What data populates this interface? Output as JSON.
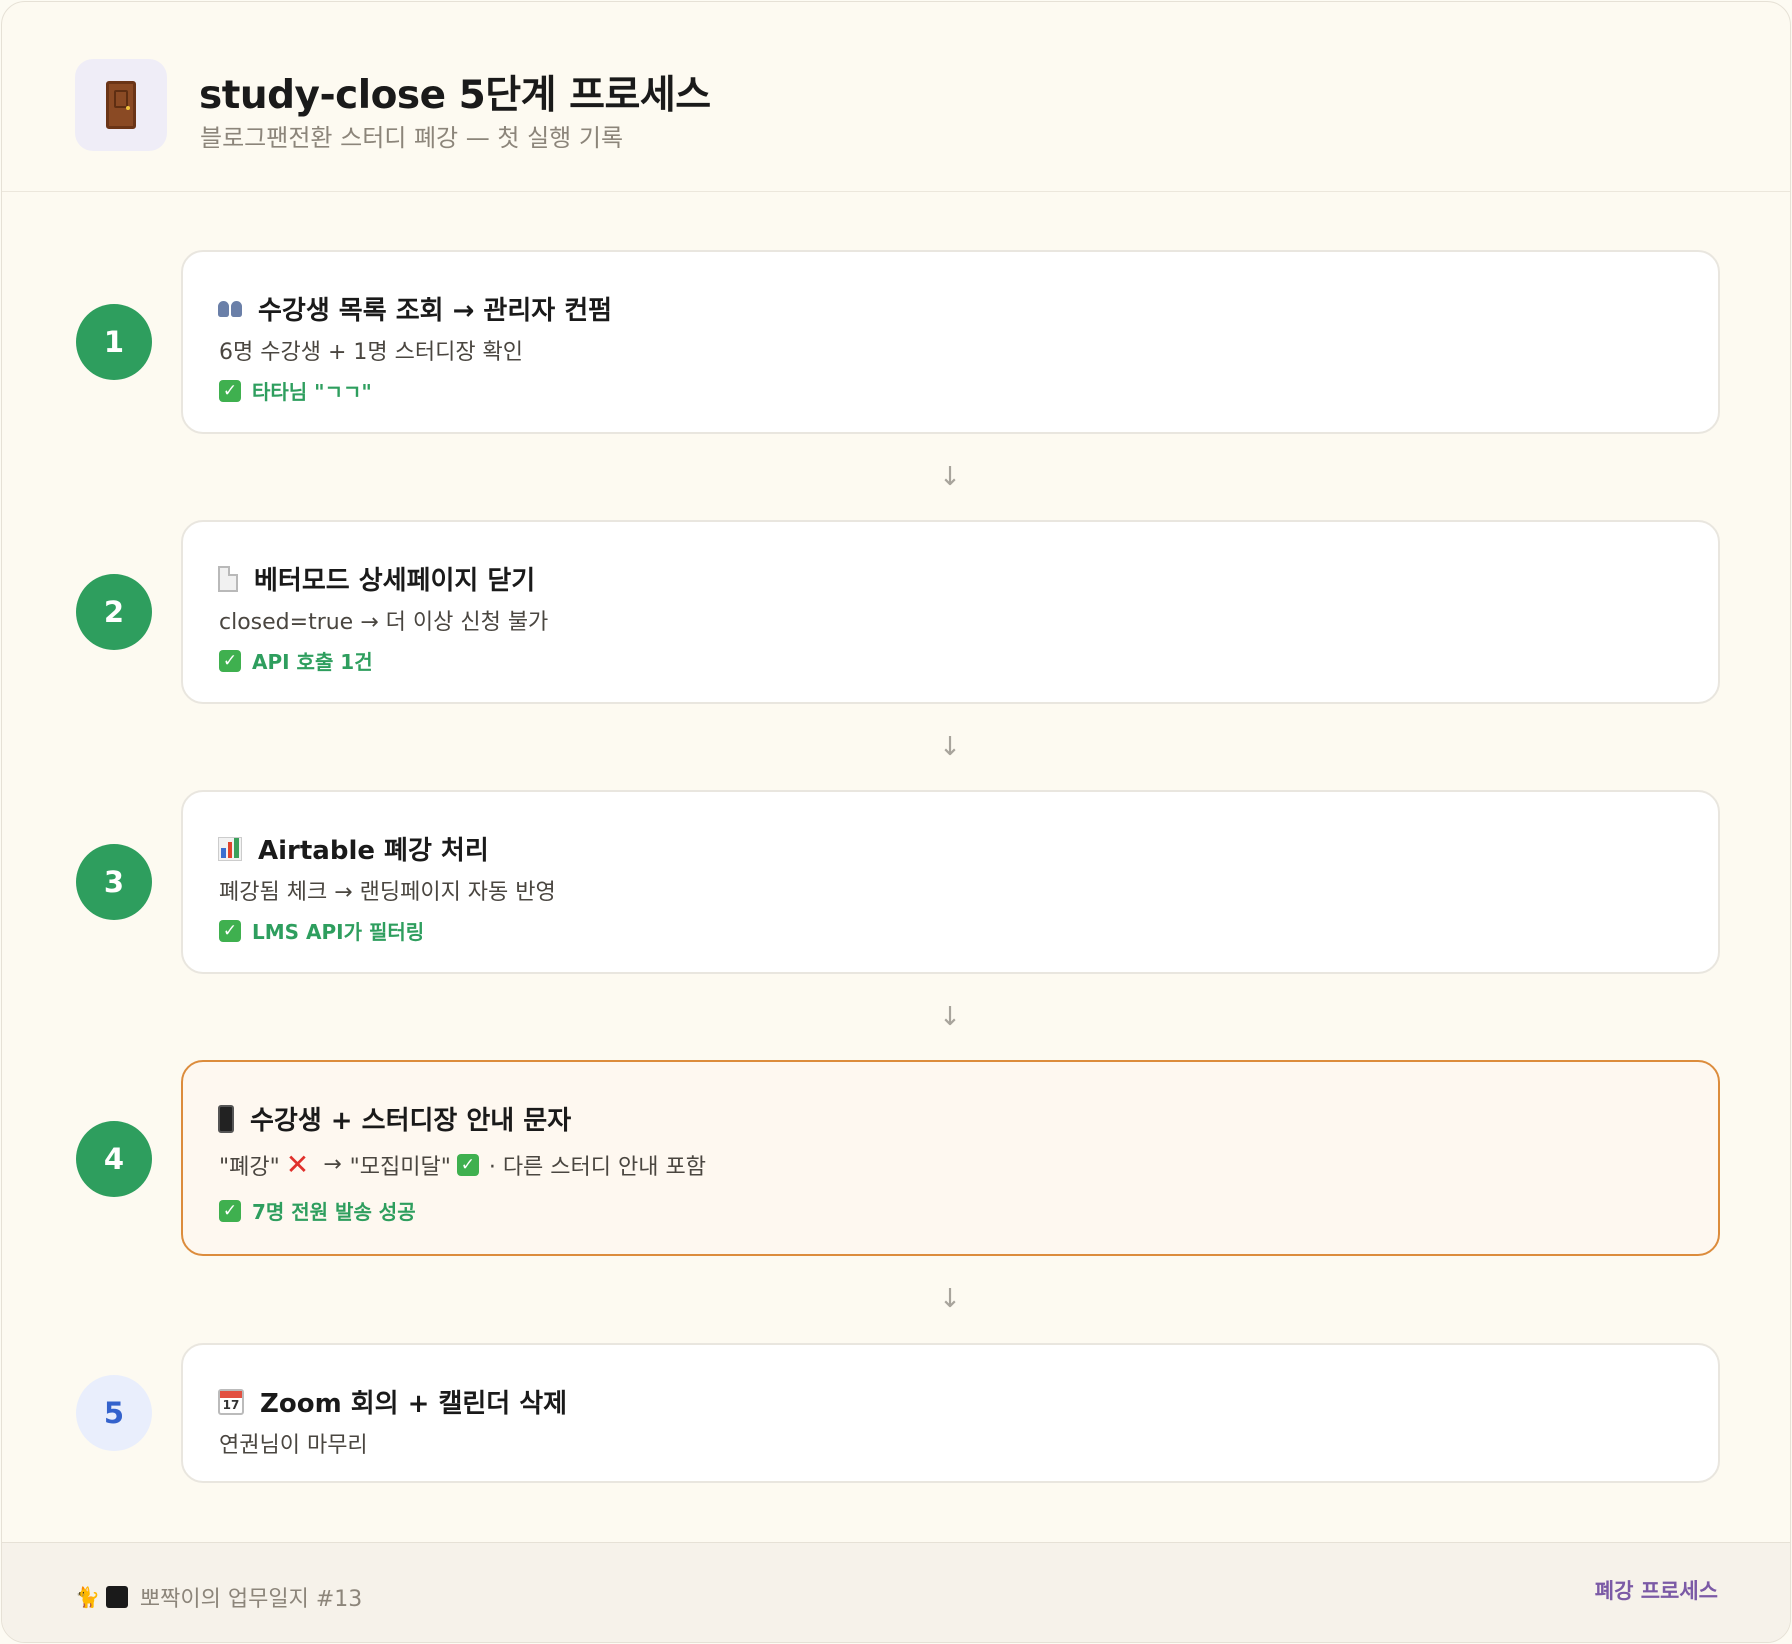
{
  "header": {
    "icon": "door-icon",
    "title": "study-close 5단계 프로세스",
    "subtitle": "블로그팬전환 스터디 폐강 — 첫 실행 기록"
  },
  "steps": [
    {
      "number": "1",
      "status": "done",
      "icon": "people-icon",
      "title": "수강생 목록 조회 → 관리자 컨펌",
      "description": "6명 수강생 + 1명 스터디장 확인",
      "result": "타타님 \"ㄱㄱ\""
    },
    {
      "number": "2",
      "status": "done",
      "icon": "page-icon",
      "title": "베터모드 상세페이지 닫기",
      "description": "closed=true → 더 이상 신청 불가",
      "result": "API 호출 1건"
    },
    {
      "number": "3",
      "status": "done",
      "icon": "bar-chart-icon",
      "title": "Airtable 폐강 처리",
      "description": "폐강됨 체크 → 랜딩페이지 자동 반영",
      "result": "LMS API가 필터링"
    },
    {
      "number": "4",
      "status": "done",
      "highlight": true,
      "icon": "phone-icon",
      "title": "수강생 + 스터디장 안내 문자",
      "description_parts": {
        "old": "\"폐강\"",
        "new": "\"모집미달\"",
        "rest": "· 다른 스터디 안내 포함"
      },
      "result": "7명 전원 발송 성공"
    },
    {
      "number": "5",
      "status": "pending",
      "icon": "calendar-icon",
      "title": "Zoom 회의 + 캘린더 삭제",
      "description": "연권님이 마무리"
    }
  ],
  "arrow": "→",
  "down_arrow": "↓",
  "calendar_day": "17",
  "footer": {
    "left": "뽀짝이의 업무일지 #13",
    "right": "폐강 프로세스"
  },
  "colors": {
    "done": "#2e9e5e",
    "pending_bg": "#e9eefc",
    "pending_text": "#3462cc",
    "highlight_border": "#dc8c3c",
    "footer_tag": "#7b5aa6"
  }
}
